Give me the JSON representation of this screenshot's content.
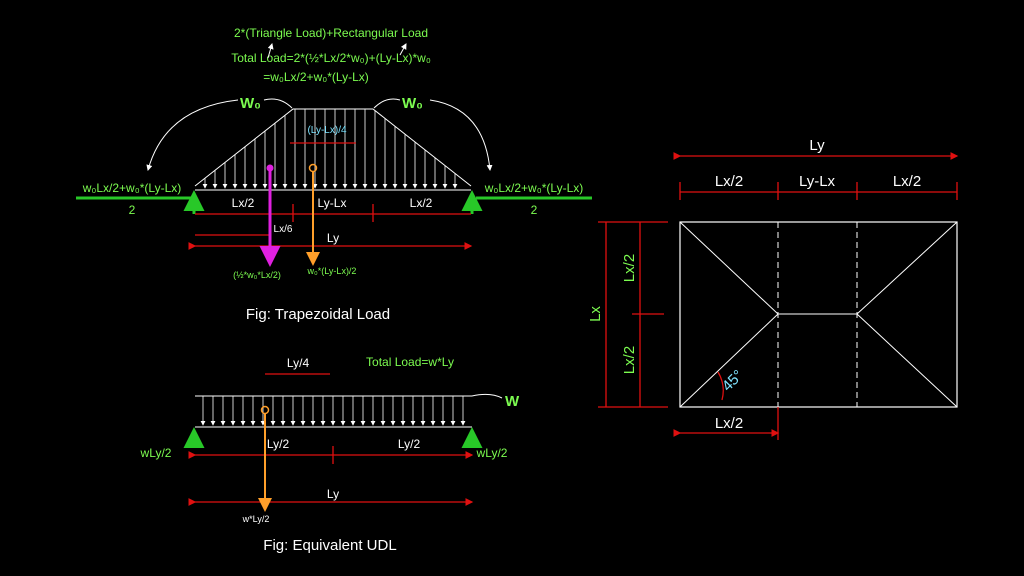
{
  "trap": {
    "formula_line1": "2*(Triangle Load)+Rectangular Load",
    "formula_line2": "Total Load=2*(½*Lx/2*w₀)+(Ly-Lx)*w₀",
    "formula_line3": "=w₀Lx/2+w₀*(Ly-Lx)",
    "w0_left": "W₀",
    "w0_right": "W₀",
    "top_dim": "(Ly-Lx)/4",
    "reaction_num": "w₀Lx/2+w₀*(Ly-Lx)",
    "reaction_den": "2",
    "dim_lx2_left": "Lx/2",
    "dim_mid": "Ly-Lx",
    "dim_lx2_right": "Lx/2",
    "dim_lx6": "Lx/6",
    "dim_ly": "Ly",
    "tri_resultant": "(½*w₀*Lx/2)",
    "rect_resultant": "w₀*(Ly-Lx)/2",
    "caption": "Fig: Trapezoidal Load"
  },
  "udl": {
    "ly4": "Ly/4",
    "total_load": "Total Load=w*Ly",
    "w": "W",
    "reaction_left": "wLy/2",
    "reaction_right": "wLy/2",
    "dim_half_left": "Ly/2",
    "dim_half_right": "Ly/2",
    "dim_ly": "Ly",
    "resultant": "w*Ly/2",
    "caption": "Fig: Equivalent UDL"
  },
  "slab": {
    "top_ly": "Ly",
    "top_lx2_left": "Lx/2",
    "top_mid": "Ly-Lx",
    "top_lx2_right": "Lx/2",
    "side_lx": "Lx",
    "side_lx2_top": "Lx/2",
    "side_lx2_bottom": "Lx/2",
    "angle": "45°",
    "bottom_lx2": "Lx/2"
  },
  "colors": {
    "background": "#000000",
    "green_text": "#7CFC50",
    "dimension_red": "#e01010",
    "magenta": "#e020e0",
    "orange": "#ff9f2a",
    "cyan": "#7fe4ff"
  }
}
